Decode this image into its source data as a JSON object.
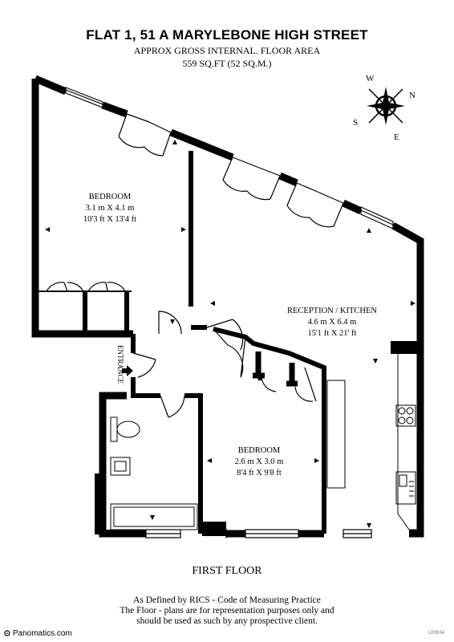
{
  "header": {
    "title": "FLAT 1, 51 A MARYLEBONE HIGH STREET",
    "subtitle_line1": "APPROX GROSS INTERNAL. FLOOR AREA",
    "subtitle_line2": "559 SQ.FT (52 SQ.M.)"
  },
  "compass": {
    "n": "N",
    "e": "E",
    "s": "S",
    "w": "W"
  },
  "rooms": {
    "bedroom1": {
      "name": "BEDROOM",
      "metric": "3.1 m X 4.1 m",
      "imperial": "10'3 ft X 13'4 ft"
    },
    "reception": {
      "name": "RECEPTION / KITCHEN",
      "metric": "4.6 m X 6.4 m",
      "imperial": "15'1 ft X 21' ft"
    },
    "bedroom2": {
      "name": "BEDROOM",
      "metric": "2.6 m X 3.0 m",
      "imperial": "8'4 ft X 9'8 ft"
    },
    "entrance": {
      "name": "ENTRANCE"
    }
  },
  "floor_label": "FIRST FLOOR",
  "footer": {
    "line1": "As Defined by RICS - Code of Measuring Practice",
    "line2": "The Floor - plans are for representation purposes only and",
    "line3": "should be used as such by any prospective client."
  },
  "brand": {
    "name": "Panomatics.com",
    "icon": "camera-aperture-icon"
  },
  "reference": "L00634"
}
